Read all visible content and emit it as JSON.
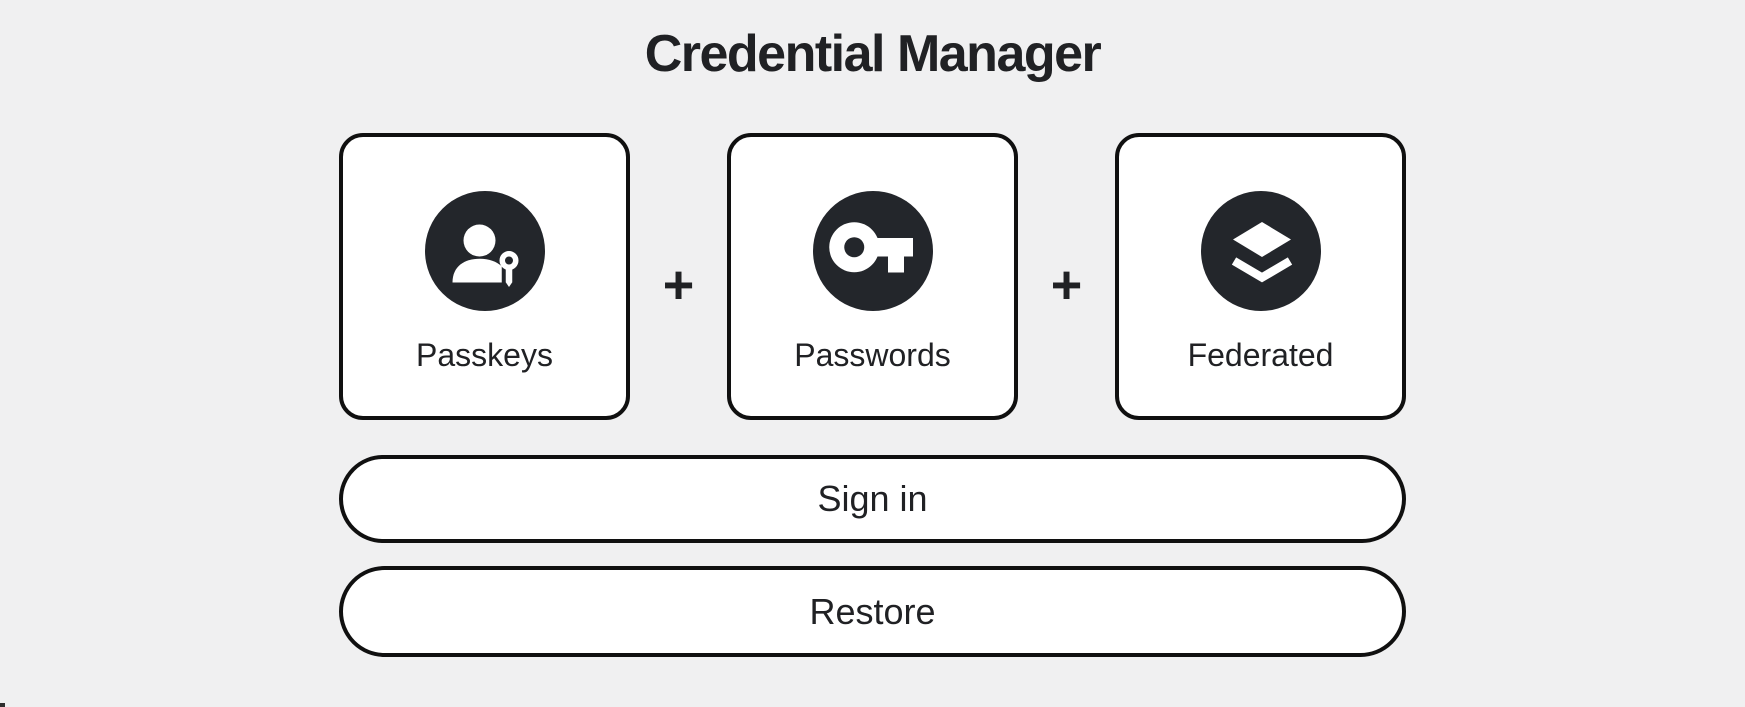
{
  "title": "Credential Manager",
  "cards": [
    {
      "label": "Passkeys",
      "icon": "passkey-person-key-icon"
    },
    {
      "label": "Passwords",
      "icon": "key-icon"
    },
    {
      "label": "Federated",
      "icon": "federated-layers-icon"
    }
  ],
  "plus": "+",
  "actions": {
    "sign_in": "Sign in",
    "restore": "Restore"
  },
  "colors": {
    "background": "#f0f0f1",
    "card_background": "#ffffff",
    "border": "#101010",
    "icon_circle": "#23262b",
    "text": "#202124"
  }
}
